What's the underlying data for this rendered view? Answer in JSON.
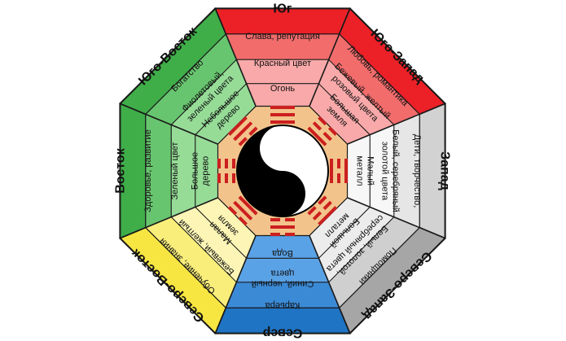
{
  "sectors": [
    {
      "key": "south",
      "direction": "Юг",
      "color": "#ec2027",
      "color_mid": "#f26c6c",
      "color_light": "#f9a9a9",
      "lines_outer": [
        "Слава, репутация"
      ],
      "lines_mid": [
        "Красный цвет"
      ],
      "lines_inner": [
        "Огонь"
      ]
    },
    {
      "key": "southwest",
      "direction": "Юго-Запад",
      "color": "#ec2027",
      "color_mid": "#f26c6c",
      "color_light": "#f9a9a9",
      "lines_outer": [
        "Любовь, романтика"
      ],
      "lines_mid": [
        "Бежевый, желтый",
        "розовый цвета"
      ],
      "lines_inner": [
        "Большая",
        "земля"
      ]
    },
    {
      "key": "west",
      "direction": "Запад",
      "color": "#d2d2d2",
      "color_mid": "#e6e6e6",
      "color_light": "#f7f7f7",
      "lines_outer": [
        "Дети, творчество,"
      ],
      "lines_mid": [
        "Белый, серебряный",
        "золотой цвета"
      ],
      "lines_inner": [
        "Малый",
        "металл"
      ]
    },
    {
      "key": "northwest",
      "direction": "Северо-Запад",
      "color": "#a6a6a6",
      "color_mid": "#cfcfcf",
      "color_light": "#ececec",
      "lines_outer": [
        "Помощники"
      ],
      "lines_mid": [
        "Белый, золотой,",
        "серебряный цвета"
      ],
      "lines_inner": [
        "Большой",
        "металл"
      ]
    },
    {
      "key": "north",
      "direction": "Север",
      "color": "#1f74c4",
      "color_mid": "#3b8ad6",
      "color_light": "#5aa2e6",
      "lines_outer": [
        "Карьера"
      ],
      "lines_mid": [
        "Синий, черный",
        "цвета"
      ],
      "lines_inner": [
        "Вода"
      ]
    },
    {
      "key": "northeast",
      "direction": "Северо-Восток",
      "color": "#f7e642",
      "color_mid": "#f9ee7a",
      "color_light": "#fcf5b5",
      "lines_outer": [
        "Обучение, знания"
      ],
      "lines_mid": [
        "Бежевый, желтый"
      ],
      "lines_inner": [
        "Малая",
        "земля"
      ]
    },
    {
      "key": "east",
      "direction": "Восток",
      "color": "#3fae49",
      "color_mid": "#68c56f",
      "color_light": "#96dc97",
      "lines_outer": [
        "Здоровье, развитие"
      ],
      "lines_mid": [
        "Зеленый цвет"
      ],
      "lines_inner": [
        "Большое",
        "дерево"
      ]
    },
    {
      "key": "southeast",
      "direction": "Юго-Восток",
      "color": "#3fae49",
      "color_mid": "#68c56f",
      "color_light": "#96dc97",
      "lines_outer": [
        "Богатство"
      ],
      "lines_mid": [
        "Фиолетовый,",
        "зеленый цвета"
      ],
      "lines_inner": [
        "Небольшое",
        "дерево"
      ]
    }
  ],
  "center": {
    "ring_color": "#f2c48c",
    "trigram_color": "#cc1f1f",
    "yin_color": "#000000",
    "yang_color": "#ffffff",
    "trigrams": [
      "111",
      "001",
      "101",
      "100",
      "010",
      "011",
      "000",
      "110"
    ]
  }
}
